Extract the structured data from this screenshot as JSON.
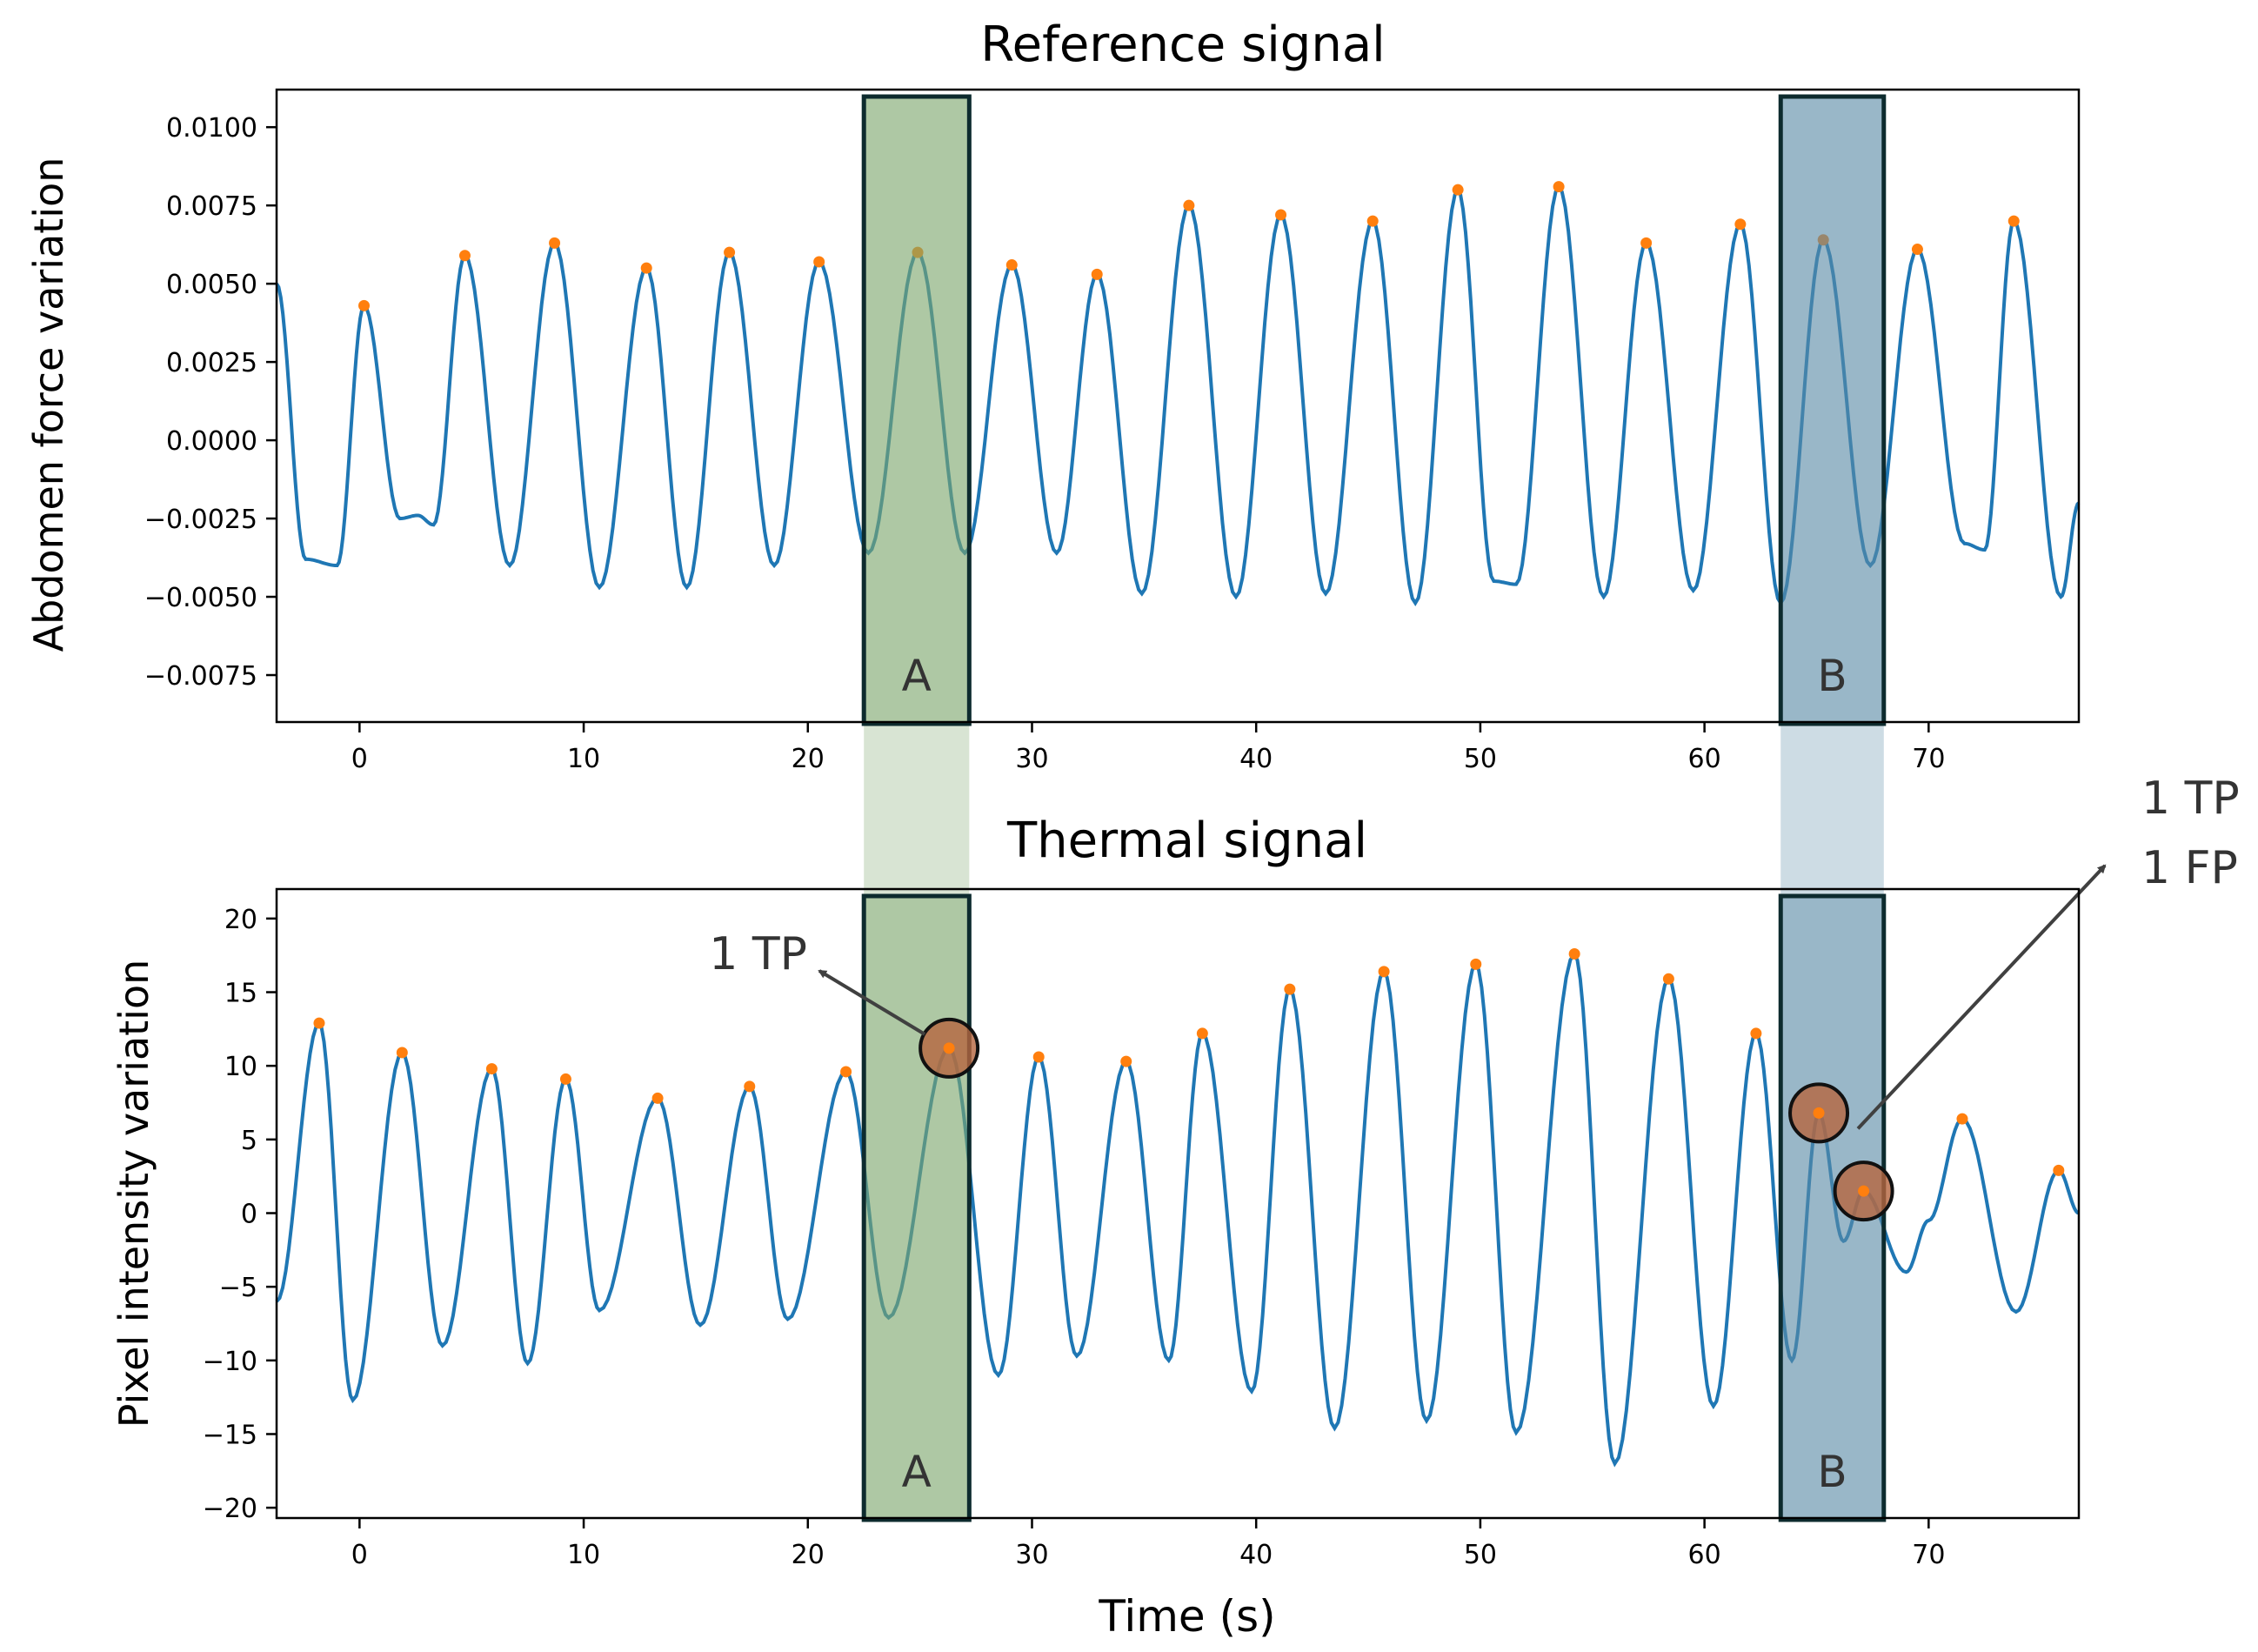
{
  "chart_data": [
    {
      "type": "line",
      "title": "Reference signal",
      "xlabel": "",
      "ylabel": "Abdomen force variation",
      "xlim": [
        -3.7,
        76.7
      ],
      "ylim": [
        -0.009,
        0.0112
      ],
      "xticks": [
        0,
        10,
        20,
        30,
        40,
        50,
        60,
        70
      ],
      "xtick_labels": [
        "0",
        "10",
        "20",
        "30",
        "40",
        "50",
        "60",
        "70"
      ],
      "yticks": [
        0.01,
        0.0075,
        0.005,
        0.0025,
        0.0,
        -0.0025,
        -0.005,
        -0.0075
      ],
      "ytick_labels": [
        "0.0100",
        "0.0075",
        "0.0050",
        "0.0025",
        "0.0000",
        "−0.0025",
        "−0.0050",
        "−0.0075"
      ],
      "grid": false,
      "line_color": "#1f77b4",
      "peak_color": "#ff7f0e",
      "peaks": [
        {
          "x": 0.2,
          "y": 0.0043
        },
        {
          "x": 4.7,
          "y": 0.0059
        },
        {
          "x": 8.7,
          "y": 0.0063
        },
        {
          "x": 12.8,
          "y": 0.0055
        },
        {
          "x": 16.5,
          "y": 0.006
        },
        {
          "x": 20.5,
          "y": 0.0057
        },
        {
          "x": 24.9,
          "y": 0.006
        },
        {
          "x": 29.1,
          "y": 0.0056
        },
        {
          "x": 32.9,
          "y": 0.0053
        },
        {
          "x": 37.0,
          "y": 0.0075
        },
        {
          "x": 41.1,
          "y": 0.0072
        },
        {
          "x": 45.2,
          "y": 0.007
        },
        {
          "x": 49.0,
          "y": 0.008
        },
        {
          "x": 53.5,
          "y": 0.0081
        },
        {
          "x": 57.4,
          "y": 0.0063
        },
        {
          "x": 61.6,
          "y": 0.0069
        },
        {
          "x": 65.3,
          "y": 0.0064
        },
        {
          "x": 69.5,
          "y": 0.0061
        },
        {
          "x": 73.8,
          "y": 0.007
        }
      ],
      "troughs": [
        {
          "x": -3.7,
          "y": 0.005
        },
        {
          "x": -2.4,
          "y": -0.0038
        },
        {
          "x": -1.0,
          "y": -0.004
        },
        {
          "x": 1.8,
          "y": -0.0025
        },
        {
          "x": 2.6,
          "y": -0.0024
        },
        {
          "x": 3.3,
          "y": -0.0027
        },
        {
          "x": 6.7,
          "y": -0.004
        },
        {
          "x": 10.7,
          "y": -0.0047
        },
        {
          "x": 14.6,
          "y": -0.0047
        },
        {
          "x": 18.5,
          "y": -0.004
        },
        {
          "x": 22.7,
          "y": -0.0036
        },
        {
          "x": 27.0,
          "y": -0.0036
        },
        {
          "x": 31.1,
          "y": -0.0036
        },
        {
          "x": 34.9,
          "y": -0.0049
        },
        {
          "x": 39.1,
          "y": -0.005
        },
        {
          "x": 43.1,
          "y": -0.0049
        },
        {
          "x": 47.1,
          "y": -0.0052
        },
        {
          "x": 50.6,
          "y": -0.0045
        },
        {
          "x": 51.6,
          "y": -0.0046
        },
        {
          "x": 55.5,
          "y": -0.005
        },
        {
          "x": 59.5,
          "y": -0.0048
        },
        {
          "x": 63.4,
          "y": -0.0052
        },
        {
          "x": 67.4,
          "y": -0.004
        },
        {
          "x": 71.6,
          "y": -0.0033
        },
        {
          "x": 72.5,
          "y": -0.0035
        },
        {
          "x": 75.9,
          "y": -0.005
        },
        {
          "x": 76.7,
          "y": -0.002
        }
      ],
      "regions": [
        {
          "label": "A",
          "x0": 22.5,
          "x1": 27.2,
          "color": "#7da66c"
        },
        {
          "label": "B",
          "x0": 63.4,
          "x1": 68.0,
          "color": "#5b8aa6"
        }
      ]
    },
    {
      "type": "line",
      "title": "Thermal signal",
      "xlabel": "Time (s)",
      "ylabel": "Pixel intensity variation",
      "xlim": [
        -3.7,
        76.7
      ],
      "ylim": [
        -20.7,
        22.0
      ],
      "xticks": [
        0,
        10,
        20,
        30,
        40,
        50,
        60,
        70
      ],
      "xtick_labels": [
        "0",
        "10",
        "20",
        "30",
        "40",
        "50",
        "60",
        "70"
      ],
      "yticks": [
        20,
        15,
        10,
        5,
        0,
        -5,
        -10,
        -15,
        -20
      ],
      "ytick_labels": [
        "20",
        "15",
        "10",
        "5",
        "0",
        "−5",
        "−10",
        "−15",
        "−20"
      ],
      "grid": false,
      "line_color": "#1f77b4",
      "peak_color": "#ff7f0e",
      "peaks": [
        {
          "x": -1.8,
          "y": 12.9
        },
        {
          "x": 1.9,
          "y": 10.9
        },
        {
          "x": 5.9,
          "y": 9.8
        },
        {
          "x": 9.2,
          "y": 9.1
        },
        {
          "x": 13.3,
          "y": 7.8
        },
        {
          "x": 17.4,
          "y": 8.6
        },
        {
          "x": 21.7,
          "y": 9.6
        },
        {
          "x": 26.3,
          "y": 11.2
        },
        {
          "x": 30.3,
          "y": 10.6
        },
        {
          "x": 34.2,
          "y": 10.3
        },
        {
          "x": 37.6,
          "y": 12.2
        },
        {
          "x": 41.5,
          "y": 15.2
        },
        {
          "x": 45.7,
          "y": 16.4
        },
        {
          "x": 49.8,
          "y": 16.9
        },
        {
          "x": 54.2,
          "y": 17.6
        },
        {
          "x": 58.4,
          "y": 15.9
        },
        {
          "x": 62.3,
          "y": 12.2
        },
        {
          "x": 65.1,
          "y": 6.8
        },
        {
          "x": 67.1,
          "y": 1.5
        },
        {
          "x": 71.5,
          "y": 6.4
        },
        {
          "x": 75.8,
          "y": 2.9
        }
      ],
      "troughs": [
        {
          "x": -3.7,
          "y": -6.0
        },
        {
          "x": -0.3,
          "y": -12.7
        },
        {
          "x": 3.7,
          "y": -9.0
        },
        {
          "x": 7.5,
          "y": -10.2
        },
        {
          "x": 10.7,
          "y": -6.6
        },
        {
          "x": 15.2,
          "y": -7.6
        },
        {
          "x": 19.1,
          "y": -7.2
        },
        {
          "x": 23.6,
          "y": -7.1
        },
        {
          "x": 28.5,
          "y": -11.0
        },
        {
          "x": 32.0,
          "y": -9.7
        },
        {
          "x": 36.1,
          "y": -10.0
        },
        {
          "x": 39.8,
          "y": -12.1
        },
        {
          "x": 43.5,
          "y": -14.6
        },
        {
          "x": 47.6,
          "y": -14.1
        },
        {
          "x": 51.6,
          "y": -14.9
        },
        {
          "x": 56.0,
          "y": -17.0
        },
        {
          "x": 60.4,
          "y": -13.1
        },
        {
          "x": 63.9,
          "y": -10.0
        },
        {
          "x": 66.2,
          "y": -1.9
        },
        {
          "x": 69.0,
          "y": -4.0
        },
        {
          "x": 70.0,
          "y": -0.5
        },
        {
          "x": 73.9,
          "y": -6.7
        },
        {
          "x": 76.7,
          "y": 0.0
        }
      ],
      "regions": [
        {
          "label": "A",
          "x0": 22.5,
          "x1": 27.2,
          "color": "#7da66c"
        },
        {
          "label": "B",
          "x0": 63.4,
          "x1": 68.0,
          "color": "#5b8aa6"
        }
      ],
      "highlighted_peaks": [
        {
          "x": 26.3,
          "y": 11.2
        },
        {
          "x": 65.1,
          "y": 6.8
        },
        {
          "x": 67.1,
          "y": 1.5
        }
      ],
      "annotations": [
        {
          "text": "1 TP",
          "target": "A"
        },
        {
          "text": "1 TP",
          "target": "B"
        },
        {
          "text": "1 FP",
          "target": "B"
        }
      ]
    }
  ]
}
